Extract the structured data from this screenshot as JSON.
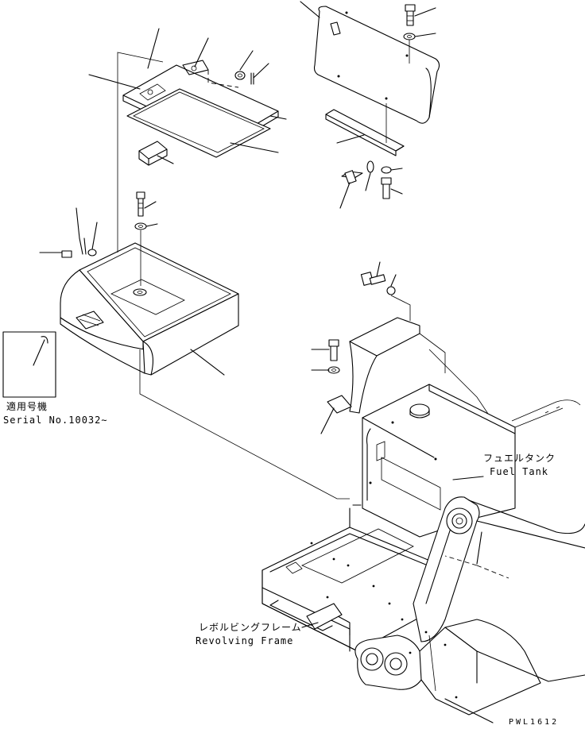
{
  "labels": {
    "serial_jp": "適用号機",
    "serial_en": "Serial No.10032∼",
    "fuel_tank_jp": "フュエルタンク",
    "fuel_tank_en": "Fuel Tank",
    "frame_jp": "レボルビングフレーム",
    "frame_en": "Revolving Frame",
    "drawing_code": "PWL1612"
  },
  "colors": {
    "line": "#000000",
    "background": "#ffffff"
  }
}
